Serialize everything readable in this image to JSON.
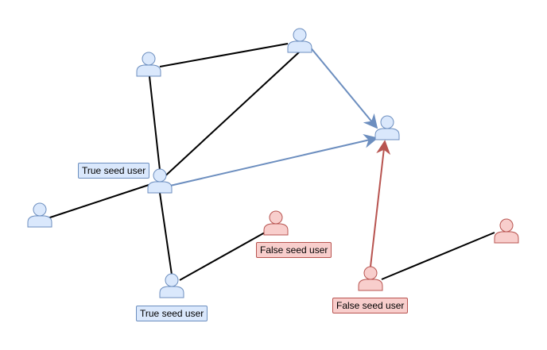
{
  "labels": {
    "true_seed_1": "True seed user",
    "true_seed_2": "True seed user",
    "false_seed_1": "False seed user",
    "false_seed_2": "False seed user"
  },
  "colors": {
    "benign_fill": "#dae8fc",
    "benign_stroke": "#6c8ebf",
    "sybil_fill": "#f8cecc",
    "sybil_stroke": "#b85450",
    "edge": "#000000",
    "arrow_benign": "#6c8ebf",
    "arrow_sybil": "#b85450"
  },
  "nodes": [
    {
      "id": "u_top_left",
      "type": "benign"
    },
    {
      "id": "u_top_mid",
      "type": "benign"
    },
    {
      "id": "u_target",
      "type": "benign"
    },
    {
      "id": "u_center",
      "type": "benign",
      "seed": true
    },
    {
      "id": "u_left",
      "type": "benign"
    },
    {
      "id": "u_bottom",
      "type": "benign",
      "seed": true
    },
    {
      "id": "u_sybil_mid",
      "type": "sybil",
      "seed": true
    },
    {
      "id": "u_sybil_bottom",
      "type": "sybil",
      "seed": true
    },
    {
      "id": "u_sybil_right",
      "type": "sybil"
    }
  ],
  "edges": [
    {
      "from": "u_top_left",
      "to": "u_top_mid",
      "kind": "undirected"
    },
    {
      "from": "u_top_left",
      "to": "u_center",
      "kind": "undirected"
    },
    {
      "from": "u_top_mid",
      "to": "u_center",
      "kind": "undirected"
    },
    {
      "from": "u_center",
      "to": "u_left",
      "kind": "undirected"
    },
    {
      "from": "u_center",
      "to": "u_bottom",
      "kind": "undirected"
    },
    {
      "from": "u_bottom",
      "to": "u_sybil_mid",
      "kind": "undirected"
    },
    {
      "from": "u_sybil_bottom",
      "to": "u_sybil_right",
      "kind": "undirected"
    },
    {
      "from": "u_top_mid",
      "to": "u_target",
      "kind": "arrow-benign"
    },
    {
      "from": "u_center",
      "to": "u_target",
      "kind": "arrow-benign"
    },
    {
      "from": "u_sybil_bottom",
      "to": "u_target",
      "kind": "arrow-sybil"
    }
  ]
}
